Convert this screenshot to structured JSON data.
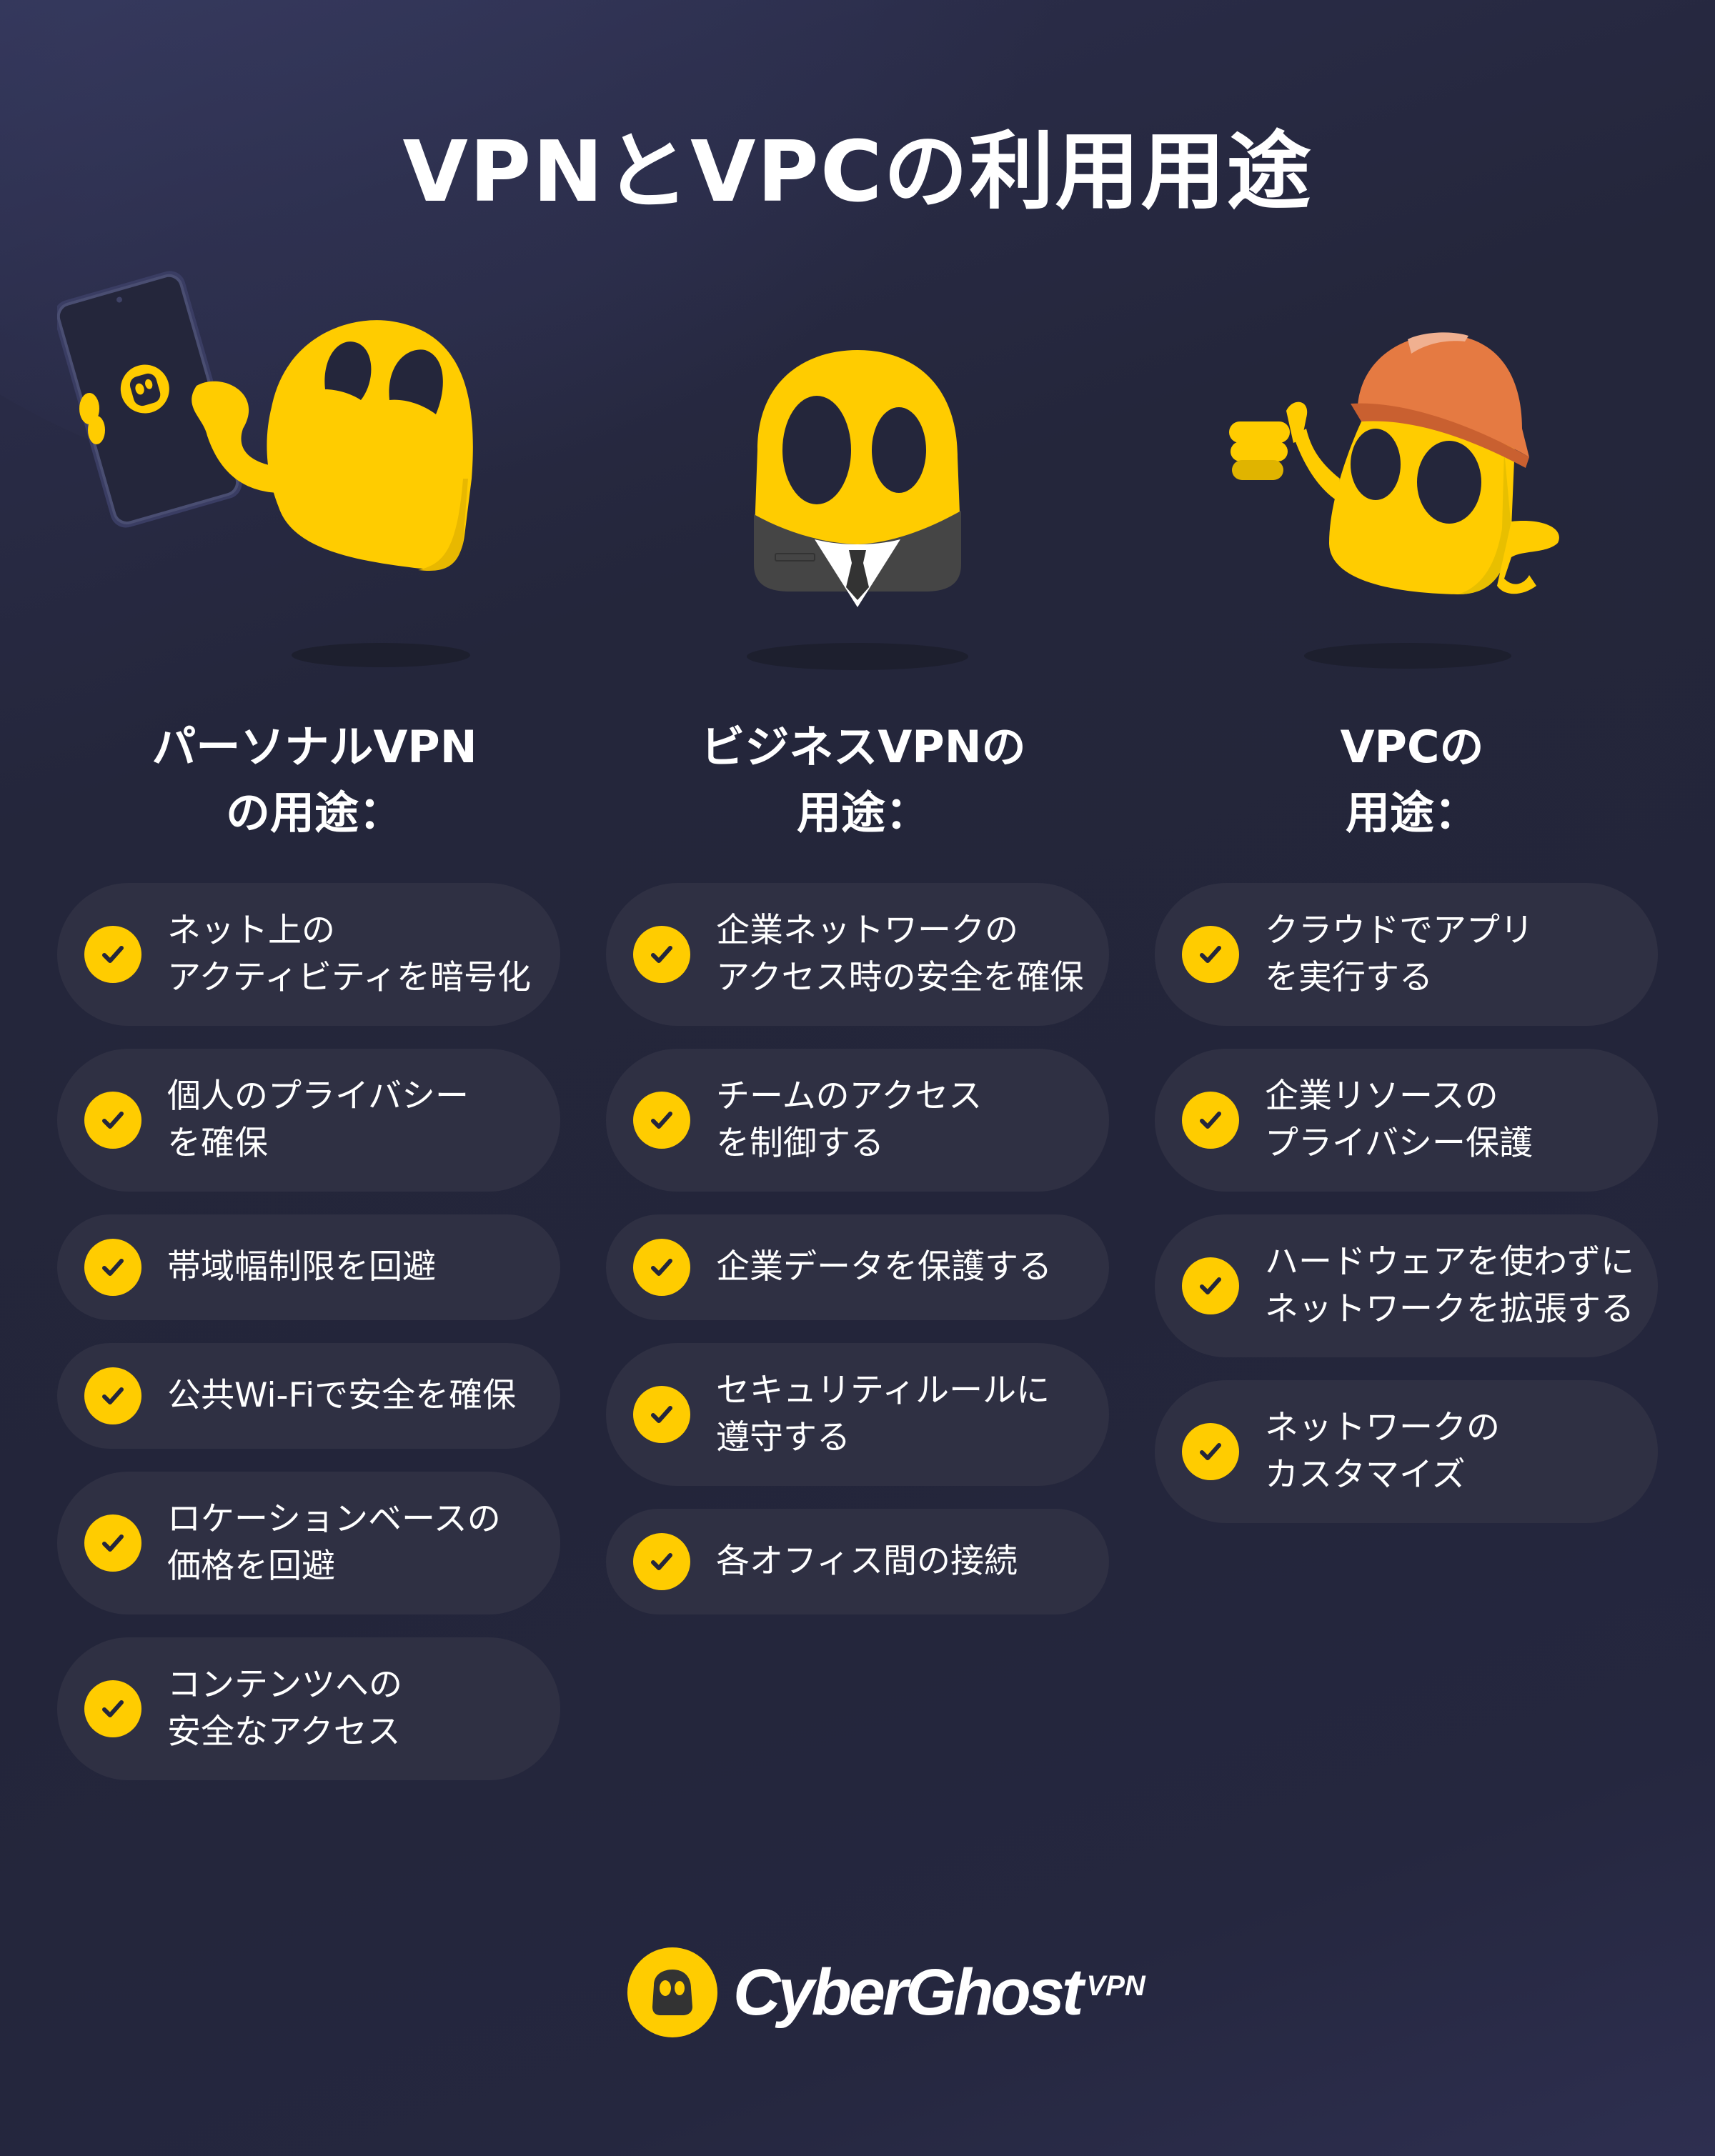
{
  "title": "VPNとVPCの利用用途",
  "colors": {
    "background": "#24263b",
    "pill": "#2f3043",
    "accent_yellow": "#ffcc00",
    "check_mark": "#24263b",
    "helmet_orange": "#e57a42",
    "suit_gray": "#444444"
  },
  "illustrations": [
    {
      "name": "ghost-with-phone",
      "description": "yellow ghost holding smartphone"
    },
    {
      "name": "ghost-business-suit",
      "description": "yellow ghost wearing suit and tie"
    },
    {
      "name": "ghost-hard-hat",
      "description": "yellow ghost with construction helmet giving thumbs up"
    }
  ],
  "columns": [
    {
      "heading": "パーソナルVPN\nの用途：",
      "items": [
        {
          "icon": "check-icon",
          "text": "ネット上の\nアクティビティを暗号化"
        },
        {
          "icon": "check-icon",
          "text": "個人のプライバシー\nを確保"
        },
        {
          "icon": "check-icon",
          "text": "帯域幅制限を回避"
        },
        {
          "icon": "check-icon",
          "text": "公共Wi-Fiで安全を確保"
        },
        {
          "icon": "check-icon",
          "text": "ロケーションベースの\n価格を回避"
        },
        {
          "icon": "check-icon",
          "text": "コンテンツへの\n安全なアクセス"
        }
      ]
    },
    {
      "heading": "ビジネスVPNの\n用途：",
      "items": [
        {
          "icon": "check-icon",
          "text": "企業ネットワークの\nアクセス時の安全を確保"
        },
        {
          "icon": "check-icon",
          "text": "チームのアクセス\nを制御する"
        },
        {
          "icon": "check-icon",
          "text": "企業データを保護する"
        },
        {
          "icon": "check-icon",
          "text": "セキュリティルールに\n遵守する"
        },
        {
          "icon": "check-icon",
          "text": "各オフィス間の接続"
        }
      ]
    },
    {
      "heading": "VPCの\n用途：",
      "items": [
        {
          "icon": "check-icon",
          "text": "クラウドでアプリ\nを実行する"
        },
        {
          "icon": "check-icon",
          "text": "企業リソースの\nプライバシー保護"
        },
        {
          "icon": "check-icon",
          "text": "ハードウェアを使わずに\nネットワークを拡張する"
        },
        {
          "icon": "check-icon",
          "text": "ネットワークの\nカスタマイズ"
        }
      ]
    }
  ],
  "footer": {
    "brand": "CyberGhost",
    "brand_suffix": "VPN"
  }
}
